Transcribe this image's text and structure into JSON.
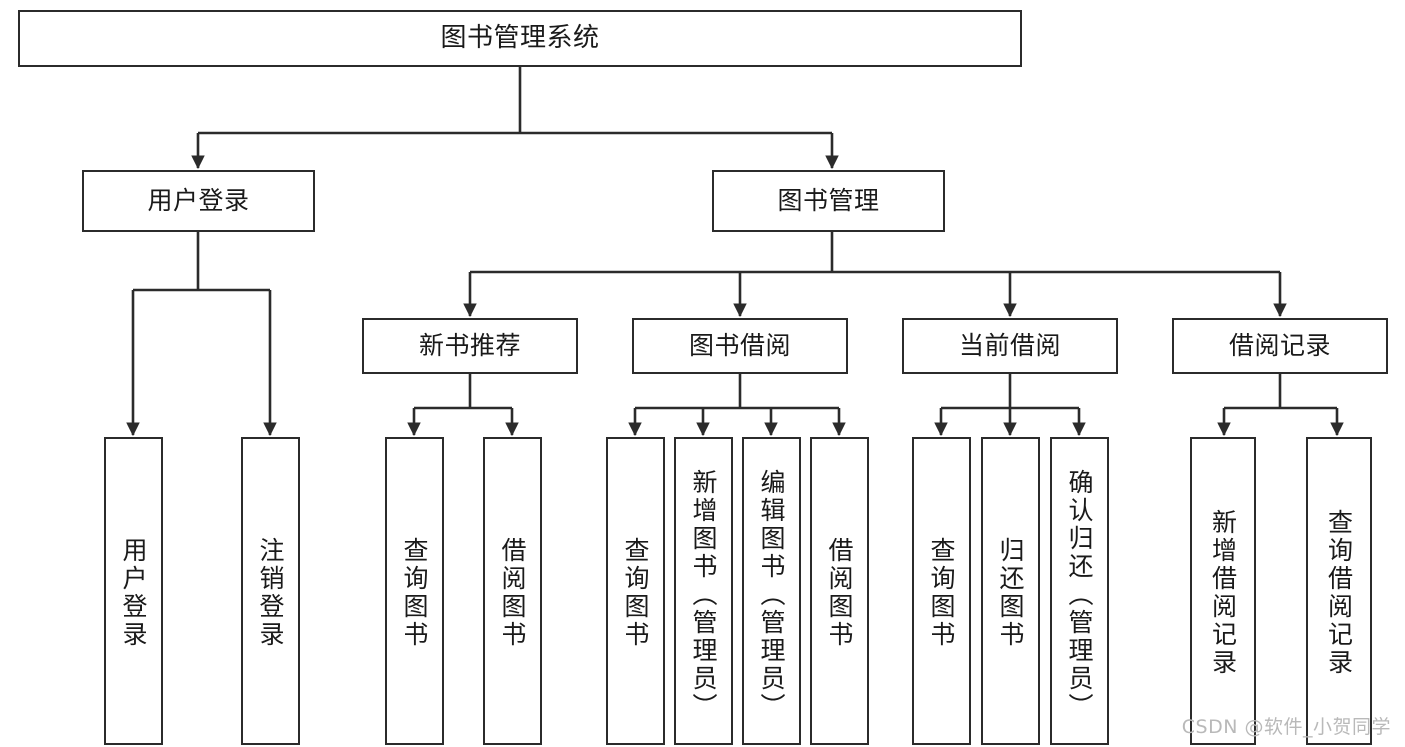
{
  "diagram": {
    "title": "图书管理系统",
    "type": "tree-hierarchy-chart",
    "colors": {
      "box_border": "#2b2b2b",
      "box_fill": "#ffffff",
      "connector": "#2b2b2b",
      "background": "#ffffff",
      "watermark": "#b9b9b9"
    },
    "watermark": "CSDN @软件_小贺同学",
    "root": {
      "label": "图书管理系统"
    },
    "level2": [
      {
        "label": "用户登录"
      },
      {
        "label": "图书管理"
      }
    ],
    "level3": [
      {
        "label": "新书推荐"
      },
      {
        "label": "图书借阅"
      },
      {
        "label": "当前借阅"
      },
      {
        "label": "借阅记录"
      }
    ],
    "leaves": {
      "user_login": [
        {
          "label": "用户登录"
        },
        {
          "label": "注销登录"
        }
      ],
      "new_book_recommend": [
        {
          "label": "查询图书"
        },
        {
          "label": "借阅图书"
        }
      ],
      "book_borrow": [
        {
          "label": "查询图书"
        },
        {
          "label": "新增图书（管理员）"
        },
        {
          "label": "编辑图书（管理员）"
        },
        {
          "label": "借阅图书"
        }
      ],
      "current_borrow": [
        {
          "label": "查询图书"
        },
        {
          "label": "归还图书"
        },
        {
          "label": "确认归还（管理员）"
        }
      ],
      "borrow_record": [
        {
          "label": "新增借阅记录"
        },
        {
          "label": "查询借阅记录"
        }
      ]
    }
  }
}
